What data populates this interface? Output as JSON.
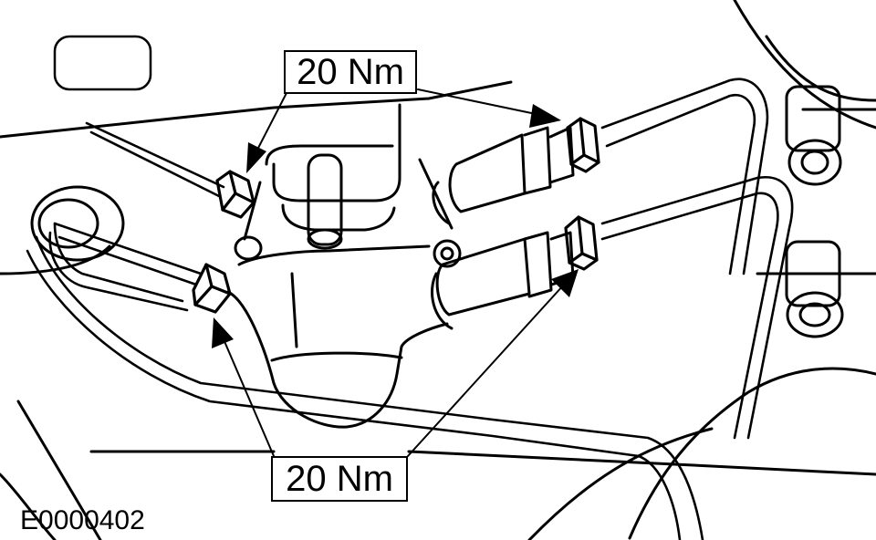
{
  "callouts": {
    "top_torque": "20 Nm",
    "bottom_torque": "20 Nm"
  },
  "figure": {
    "id": "E0000402"
  },
  "colors": {
    "line": "#000000",
    "background": "#ffffff"
  }
}
